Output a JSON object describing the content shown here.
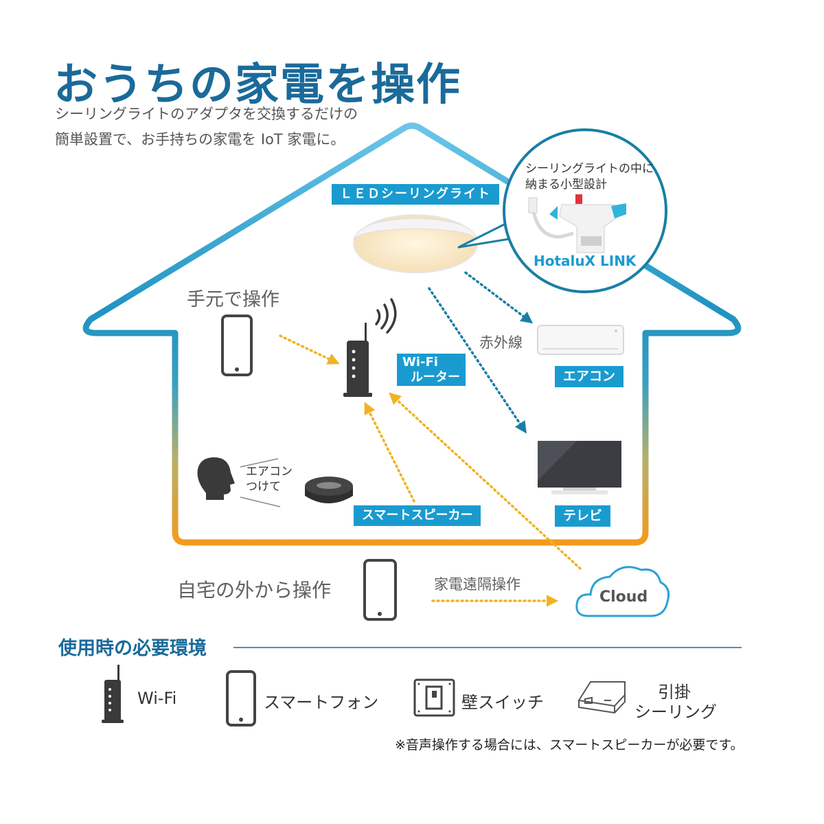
{
  "heading": {
    "title": "おうちの家電を操作",
    "subtitle_line1": "シーリングライトのアダプタを交換するだけの",
    "subtitle_line2": "簡単設置で、お手持ちの家電を IoT 家電に。"
  },
  "callout": {
    "text_line1": "シーリングライトの中に",
    "text_line2": "納まる小型設計",
    "product_name": "HotaluX LINK"
  },
  "labels": {
    "led_light": "ＬＥＤシーリングライト",
    "hand_operation": "手元で操作",
    "router_line1": "Wi-Fi",
    "router_line2": "ルーター",
    "infrared": "赤外線",
    "aircon": "エアコン",
    "speech_line1": "エアコン",
    "speech_line2": "つけて",
    "smart_speaker": "スマートスピーカー",
    "tv": "テレビ",
    "outside_operation": "自宅の外から操作",
    "remote_operation": "家電遠隔操作",
    "cloud": "Cloud"
  },
  "requirements": {
    "title": "使用時の必要環境",
    "items": [
      {
        "icon": "router-icon",
        "label": "Wi-Fi"
      },
      {
        "icon": "smartphone-icon",
        "label": "スマートフォン"
      },
      {
        "icon": "wall-switch-icon",
        "label": "壁スイッチ"
      },
      {
        "icon": "ceiling-hook-icon",
        "label_line1": "引掛",
        "label_line2": "シーリング"
      }
    ],
    "note": "※音声操作する場合には、スマートスピーカーが必要です。"
  },
  "colors": {
    "brand_blue": "#1a6a9a",
    "tag_blue": "#1a9bd0",
    "arrow_yellow": "#f0b323",
    "arrow_teal": "#1a7fa5",
    "house_top": "#5bc3e8",
    "house_bottom": "#f39a1e"
  }
}
